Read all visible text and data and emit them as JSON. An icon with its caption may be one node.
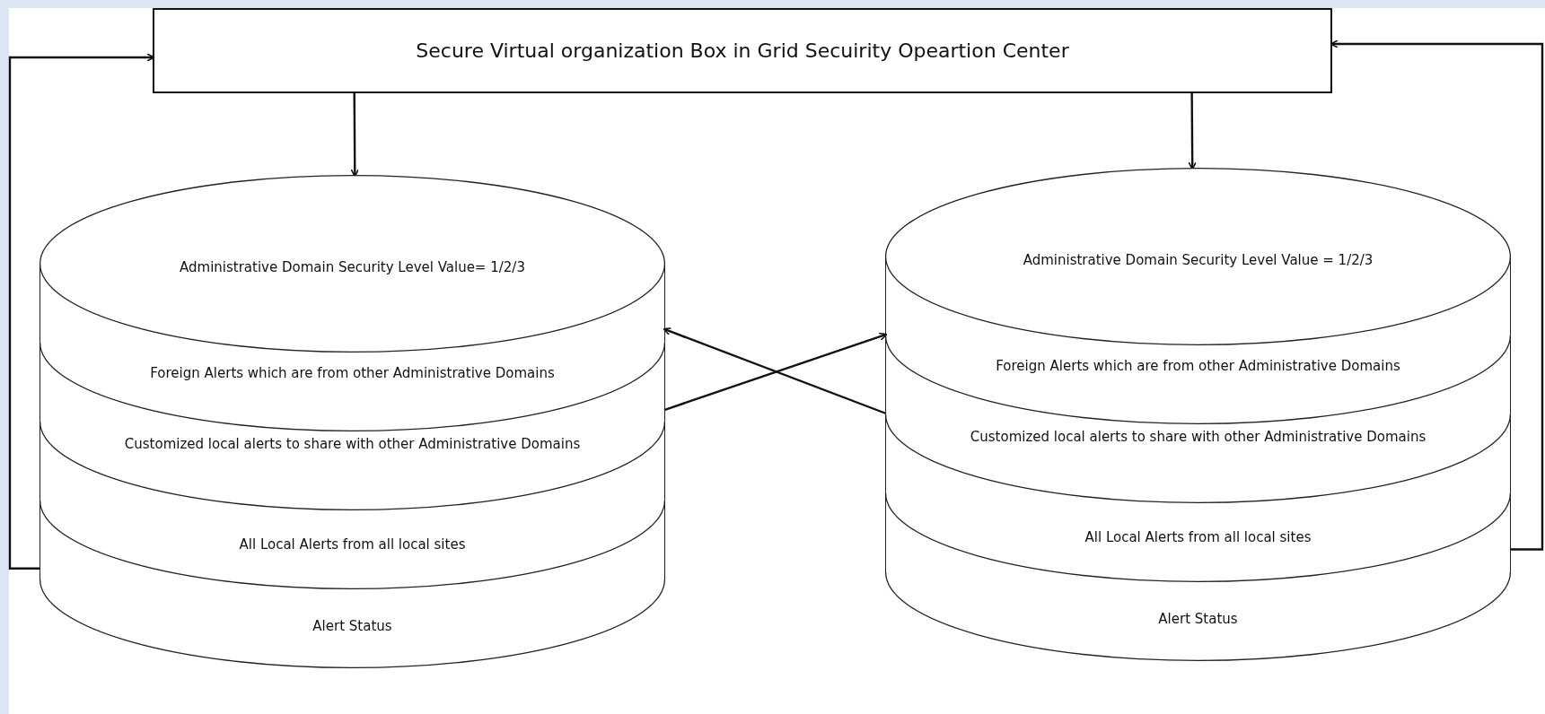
{
  "diagram": {
    "nodes": [
      {
        "text": [
          "Secure Virtual organization Box in Grid Secuirity Opeartion Center"
        ]
      },
      {
        "text": [],
        "shape": "cylinder"
      },
      {
        "text": [
          "Administrative Domain Security Level Value= 1/2/3"
        ],
        "in": 1
      },
      {
        "text": [
          "Foreign Alerts which are from other Administrative Domains"
        ],
        "in": 1
      },
      {
        "text": [
          "Customized local alerts to share with other Administrative Domains"
        ],
        "in": 1
      },
      {
        "text": [
          "All Local Alerts from all local sites"
        ],
        "in": 1
      },
      {
        "text": [
          "Alert Status"
        ],
        "in": 1
      },
      {
        "text": [],
        "shape": "cylinder"
      },
      {
        "text": [
          "Administrative Domain Security Level Value = 1/2/3"
        ],
        "in": 7
      },
      {
        "text": [
          "Foreign Alerts which are from other Administrative Domains"
        ],
        "in": 7
      },
      {
        "text": [
          "Customized local alerts to share with other Administrative Domains"
        ],
        "in": 7
      },
      {
        "text": [
          "All Local Alerts from all local sites"
        ],
        "in": 7
      },
      {
        "text": [
          "Alert Status"
        ],
        "in": 7
      }
    ],
    "edges": [
      {
        "from": 0,
        "to": 2,
        "arrow": "to"
      },
      {
        "from": 0,
        "to": 8,
        "arrow": "to"
      },
      {
        "from": 4,
        "to": 9,
        "arrow": "to"
      },
      {
        "from": 10,
        "to": 3,
        "arrow": "to"
      },
      {
        "from": 5,
        "to": 0,
        "arrow": "to"
      },
      {
        "from": 11,
        "to": 0,
        "arrow": "to"
      }
    ]
  }
}
